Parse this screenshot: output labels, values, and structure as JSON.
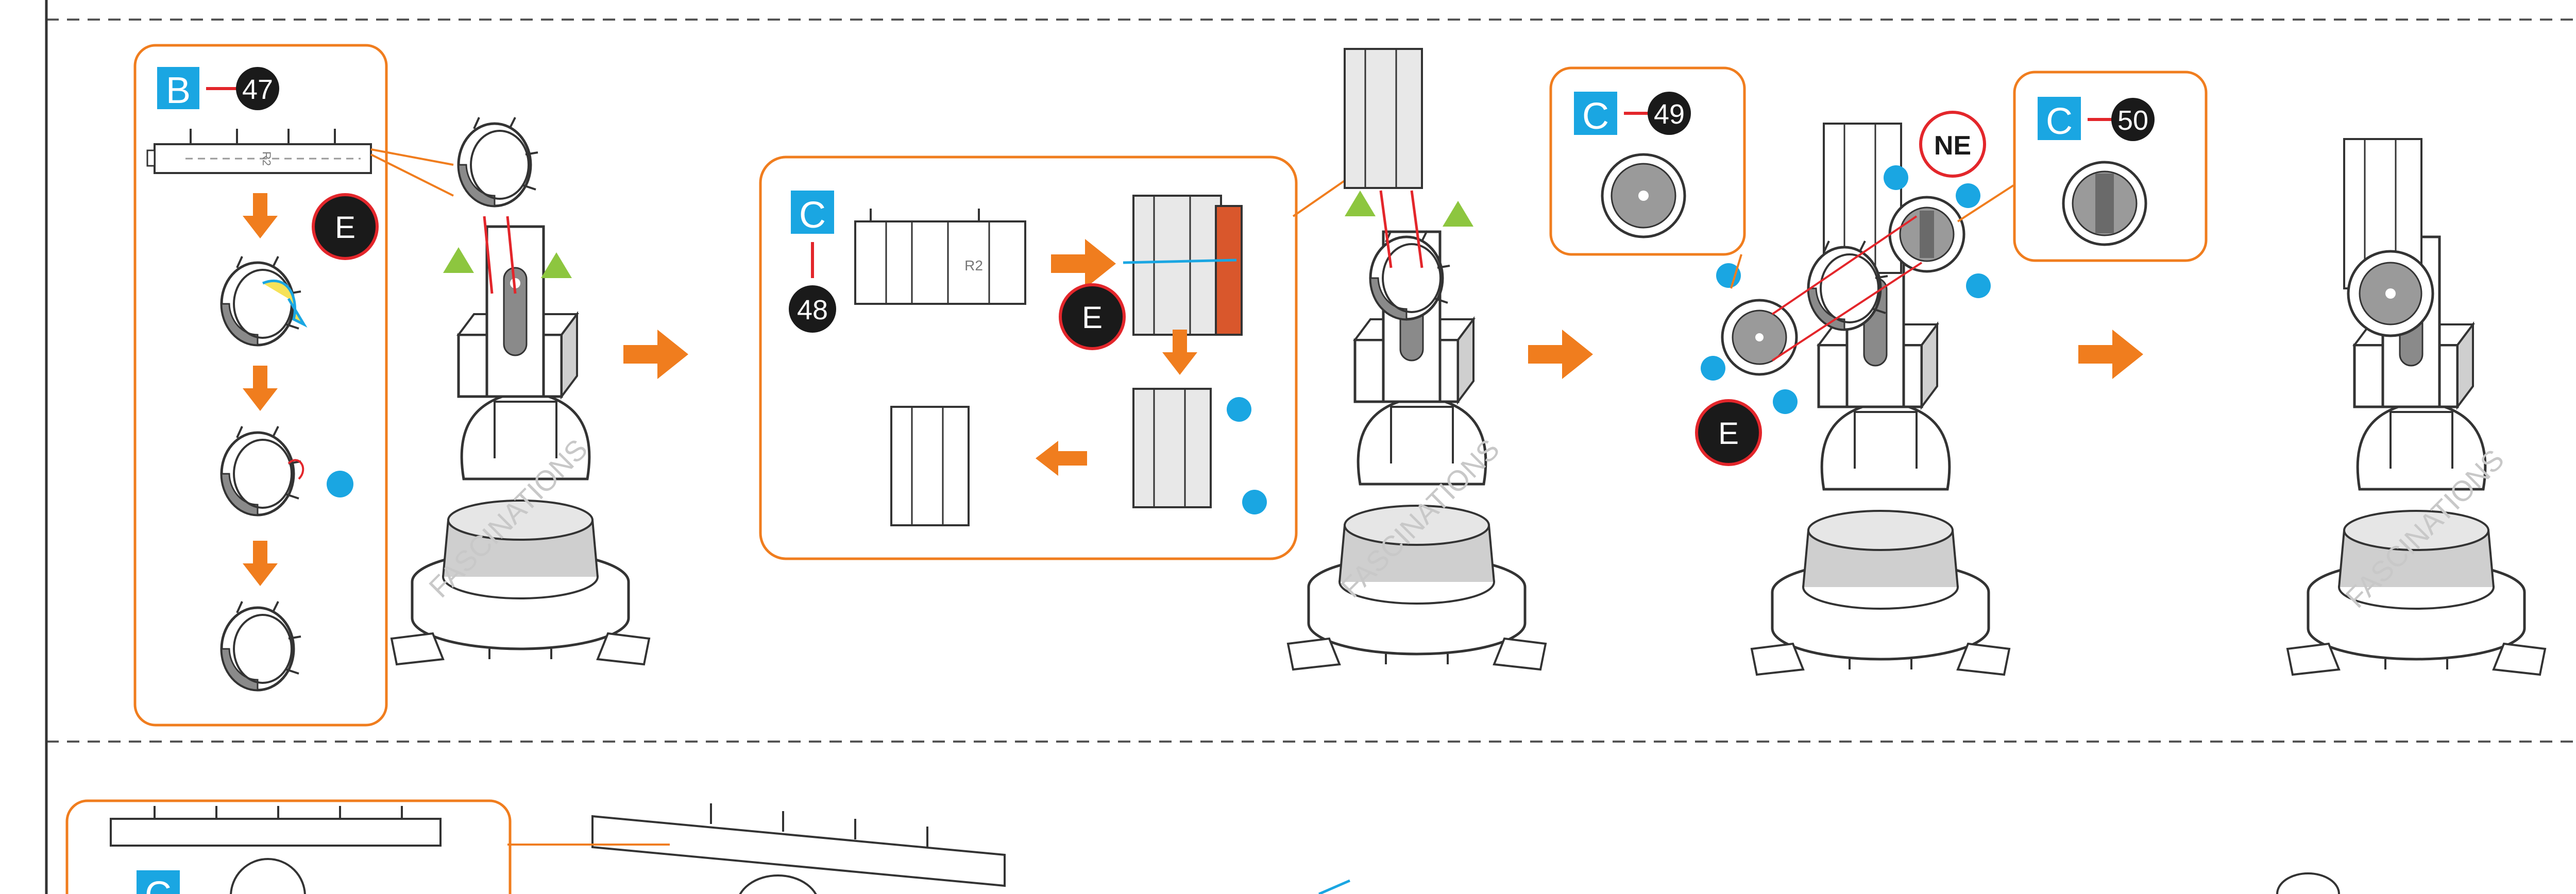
{
  "colors": {
    "orange": "#f07d1e",
    "blue": "#1aa6e2",
    "red": "#e3262b",
    "green": "#8dc63f",
    "black": "#1a1a1a",
    "gray": "#7a7a7a",
    "light_gray": "#dcdcdc"
  },
  "page": {
    "watermark": "FASCINATIONS"
  },
  "steps": {
    "step47": {
      "letter": "B",
      "number": "47",
      "part_label": "R2",
      "glue_badge": "E"
    },
    "step48": {
      "letter": "C",
      "number": "48",
      "part_label": "R2",
      "glue_badge": "E"
    },
    "step49": {
      "letter": "C",
      "number": "49"
    },
    "step50": {
      "letter": "C",
      "number": "50"
    },
    "assembly": {
      "glue_badge": "E",
      "orientation_badge": "NE"
    }
  },
  "next_row": {
    "letter": "C"
  },
  "icons": [
    "dashed-divider",
    "arrow-right-icon",
    "arrow-down-icon",
    "arrow-left-icon",
    "blue-dot-icon",
    "green-triangle-icon",
    "robot-arm-illustration",
    "disc-part-icon"
  ]
}
